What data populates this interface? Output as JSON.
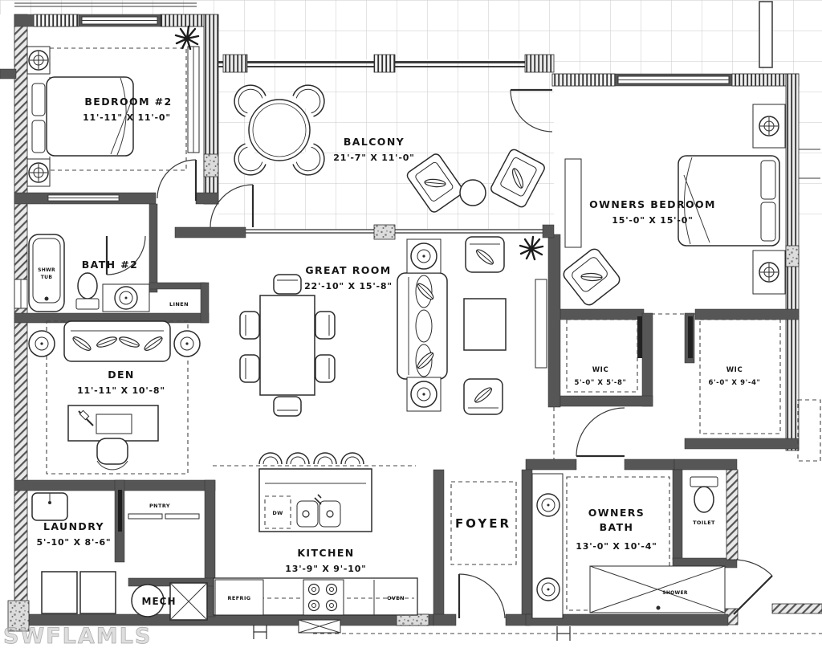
{
  "watermark": "SWFLAMLS",
  "rooms": {
    "bedroom2": {
      "name": "BEDROOM #2",
      "dims": "11'-11\" X 11'-0\""
    },
    "balcony": {
      "name": "BALCONY",
      "dims": "21'-7\" X 11'-0\""
    },
    "owners_bedroom": {
      "name": "OWNERS BEDROOM",
      "dims": "15'-0\" X 15'-0\""
    },
    "bath2": {
      "name": "BATH #2"
    },
    "great_room": {
      "name": "GREAT ROOM",
      "dims": "22'-10\" X 15'-8\""
    },
    "den": {
      "name": "DEN",
      "dims": "11'-11\" X 10'-8\""
    },
    "wic1": {
      "name": "WIC",
      "dims": "5'-0\" X 5'-8\""
    },
    "wic2": {
      "name": "WIC",
      "dims": "6'-0\" X 9'-4\""
    },
    "laundry": {
      "name": "LAUNDRY",
      "dims": "5'-10\" X 8'-6\""
    },
    "kitchen": {
      "name": "KITCHEN",
      "dims": "13'-9\" X 9'-10\""
    },
    "foyer": {
      "name": "FOYER"
    },
    "owners_bath": {
      "name1": "OWNERS",
      "name2": "BATH",
      "dims": "13'-0\" X 10'-4\""
    }
  },
  "fixtures": {
    "shwr_tub_1": "SHWR",
    "shwr_tub_2": "TUB",
    "linen": "LINEN",
    "pantry": "PNTRY",
    "mech": "MECH",
    "dishwasher": "DW",
    "refrigerator": "REFRIG",
    "oven": "OVEN",
    "toilet": "TOILET",
    "shower": "SHOWER"
  }
}
